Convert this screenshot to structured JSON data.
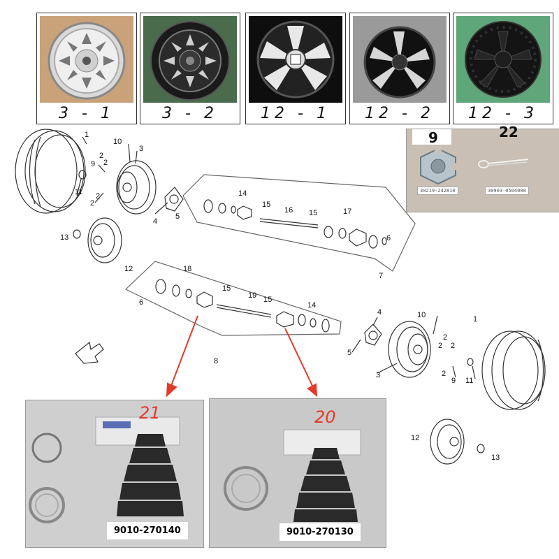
{
  "rim_options": [
    {
      "code": "3 - 1"
    },
    {
      "code": "3 - 2"
    },
    {
      "code": "12 - 1"
    },
    {
      "code": "12 - 2"
    },
    {
      "code": "12 - 3"
    }
  ],
  "hardware_inset": {
    "nut_number": "9",
    "pin_number": "22",
    "nut_label": "30219-242810",
    "pin_label": "30903-0504000"
  },
  "callouts": {
    "n1a": "1",
    "n2a": "2",
    "n2b": "2",
    "n2c": "2",
    "n2d": "2",
    "n3a": "3",
    "n4a": "4",
    "n5a": "5",
    "n6a": "6",
    "n7": "7",
    "n9a": "9",
    "n10a": "10",
    "n11a": "11",
    "n12a": "12",
    "n13a": "13",
    "n14a": "14",
    "n15a": "15",
    "n15b": "15",
    "n16": "16",
    "n17": "17",
    "n18": "18",
    "n6b": "6",
    "n15c": "15",
    "n19": "19",
    "n15d": "15",
    "n14b": "14",
    "n4b": "4",
    "n10b": "10",
    "n1b": "1",
    "n2e": "2",
    "n2f": "2",
    "n2g": "2",
    "n2h": "2",
    "n5b": "5",
    "n3b": "3",
    "n9b": "9",
    "n11b": "11",
    "n8": "8",
    "n12b": "12",
    "n13b": "13"
  },
  "boot_kits": [
    {
      "number": "21",
      "part_no": "9010-270140"
    },
    {
      "number": "20",
      "part_no": "9010-270130"
    }
  ],
  "colors": {
    "accent_red": "#e43a2a",
    "line": "#333333",
    "photo_bg": "#cfcfcf"
  }
}
